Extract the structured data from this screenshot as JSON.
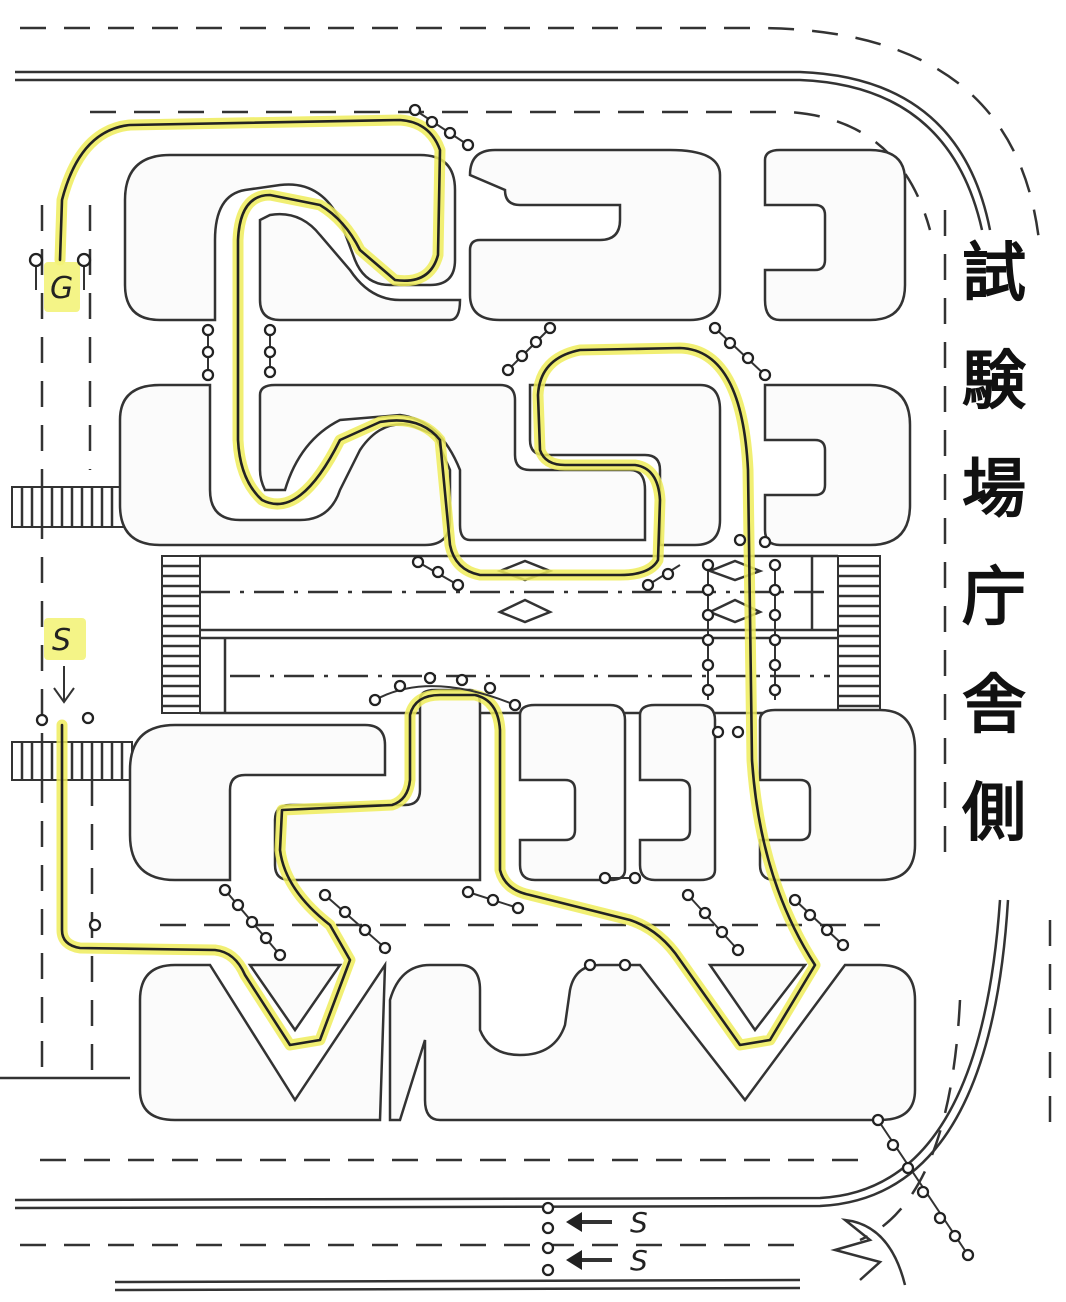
{
  "diagram": {
    "route_color": "#eeec5a",
    "markers": {
      "goal": "G",
      "start": "S",
      "exit_1": "S",
      "exit_2": "S"
    },
    "side_label": "試験場庁舎側"
  }
}
